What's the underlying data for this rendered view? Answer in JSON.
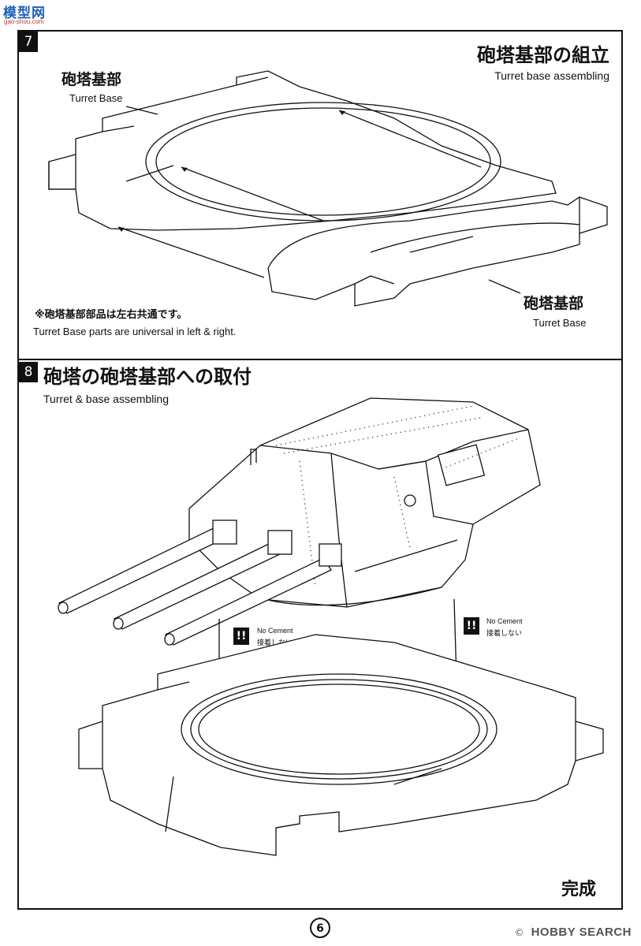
{
  "site": {
    "logo_text": "模型网",
    "site_url": "gao-shou.com"
  },
  "steps": [
    {
      "number": "7",
      "title_jp": "砲塔基部の組立",
      "title_en": "Turret base assembling",
      "part_label_top": {
        "jp": "砲塔基部",
        "en": "Turret Base"
      },
      "part_label_bottom": {
        "jp": "砲塔基部",
        "en": "Turret Base"
      },
      "note_jp": "※砲塔基部部品は左右共通です。",
      "note_en": "Turret Base parts are universal in left & right."
    },
    {
      "number": "8",
      "title_jp": "砲塔の砲塔基部への取付",
      "title_en": "Turret & base assembling",
      "warnings": [
        {
          "icon": "!!",
          "en": "No Cement",
          "jp": "接着しない"
        },
        {
          "icon": "!!",
          "en": "No Cement",
          "jp": "接着しない"
        }
      ],
      "completion_label": "完成"
    }
  ],
  "page_number": "6",
  "watermark": {
    "text": "HOBBY SEARCH",
    "copyright": "©"
  }
}
